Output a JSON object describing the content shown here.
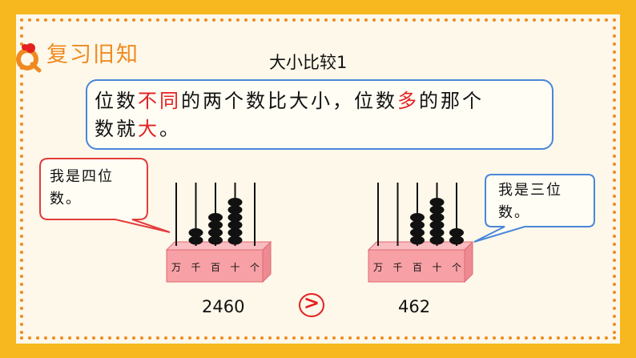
{
  "header": {
    "section_title": "复习旧知",
    "lesson_title": "大小比较1"
  },
  "rule": {
    "part1": "位数",
    "part2": "不同",
    "part3": "的两个数比大小，位数",
    "part4": "多",
    "part5": "的那个",
    "part6": "数就",
    "part7": "大",
    "part8": "。"
  },
  "left_abacus": {
    "speech_line1": "我是四位",
    "speech_line2": "数。",
    "place_labels": [
      "万",
      "千",
      "百",
      "十",
      "个"
    ],
    "beads": [
      0,
      2,
      4,
      6,
      0
    ],
    "number": "2460"
  },
  "right_abacus": {
    "speech_line1": "我是三位",
    "speech_line2": "数。",
    "place_labels": [
      "万",
      "千",
      "百",
      "十",
      "个"
    ],
    "beads": [
      0,
      0,
      4,
      6,
      2
    ],
    "number": "462"
  },
  "comparison": {
    "symbol": ">"
  },
  "colors": {
    "frame": "#f6b81e",
    "background": "#fdf8ea",
    "accent_orange": "#f08a20",
    "highlight_red": "#e42020",
    "box_blue": "#4a86d8",
    "speech_red": "#e43c3c",
    "abacus_pink": "#f7a0a6"
  }
}
